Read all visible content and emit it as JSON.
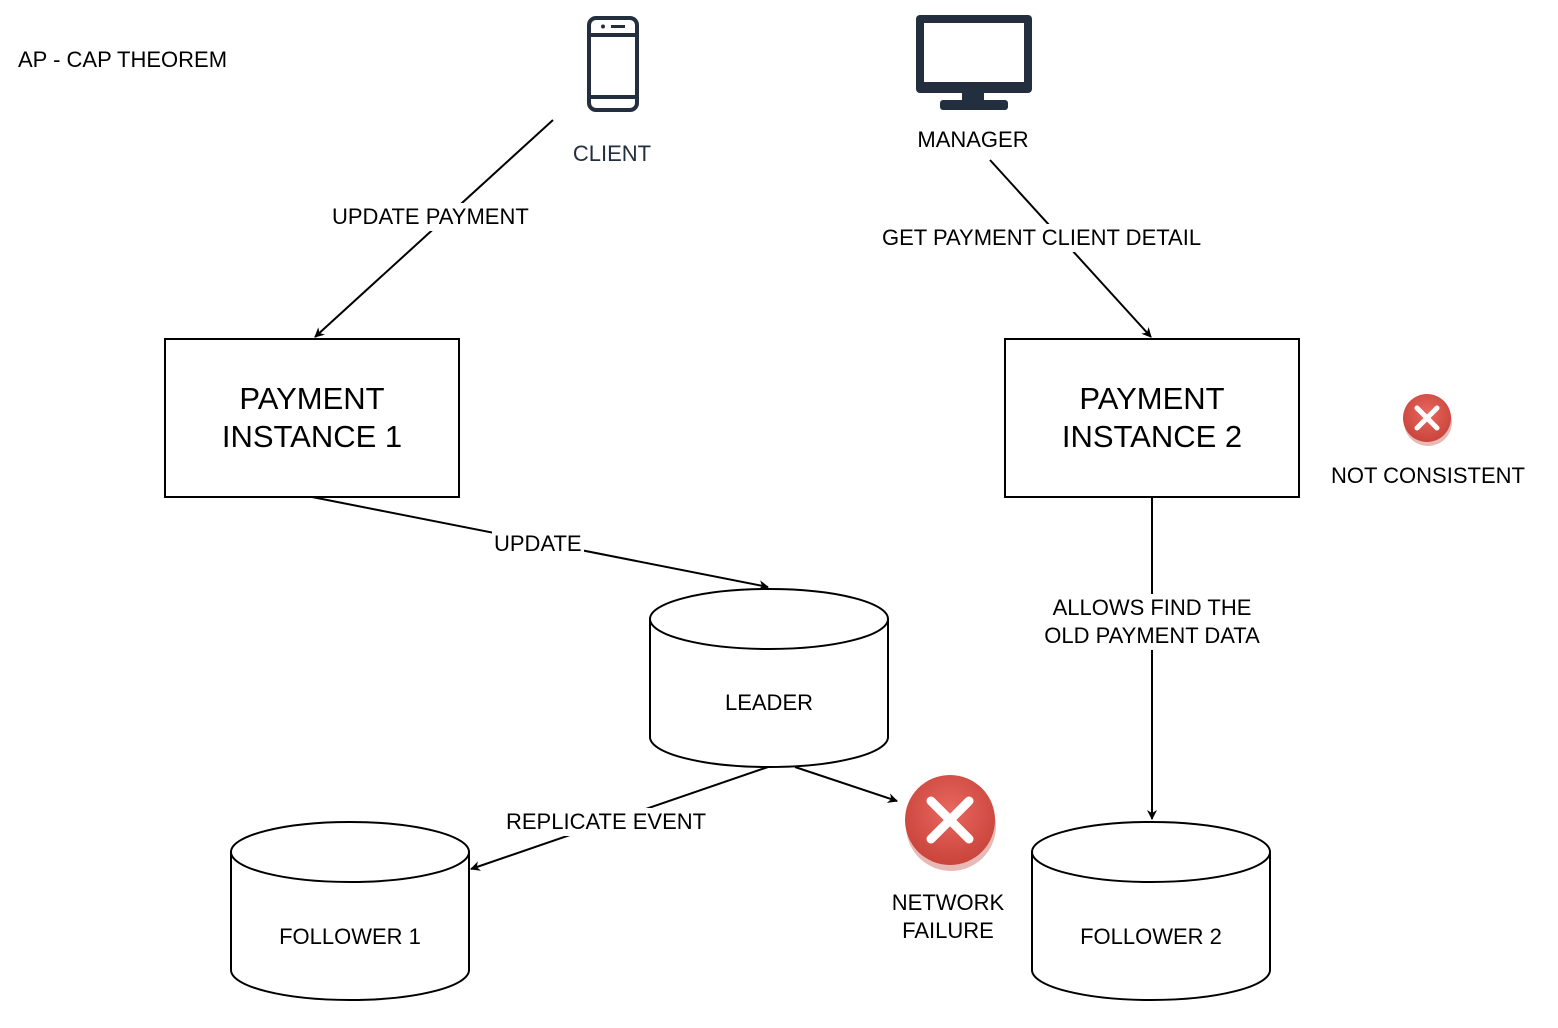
{
  "title": "AP - CAP THEOREM",
  "nodes": {
    "client": {
      "label": "CLIENT",
      "icon": "smartphone-icon",
      "color": "#232f3e"
    },
    "manager": {
      "label": "MANAGER",
      "icon": "desktop-monitor-icon",
      "color": "#232f3e"
    },
    "payment_instance_1": {
      "line1": "PAYMENT",
      "line2": "INSTANCE 1"
    },
    "payment_instance_2": {
      "line1": "PAYMENT",
      "line2": "INSTANCE 2"
    },
    "leader": {
      "label": "LEADER"
    },
    "follower_1": {
      "label": "FOLLOWER 1"
    },
    "follower_2": {
      "label": "FOLLOWER 2"
    },
    "network_failure": {
      "line1": "NETWORK",
      "line2": "FAILURE",
      "icon": "error-x-icon",
      "color": "#d9534f"
    },
    "not_consistent": {
      "label": "NOT CONSISTENT",
      "icon": "error-x-icon",
      "color": "#d9534f"
    }
  },
  "edges": {
    "update_payment": "UPDATE PAYMENT",
    "get_payment_client_detail": "GET PAYMENT CLIENT DETAIL",
    "update": "UPDATE",
    "replicate_event": "REPLICATE EVENT",
    "allows_find_line1": "ALLOWS FIND THE",
    "allows_find_line2": "OLD PAYMENT DATA"
  }
}
